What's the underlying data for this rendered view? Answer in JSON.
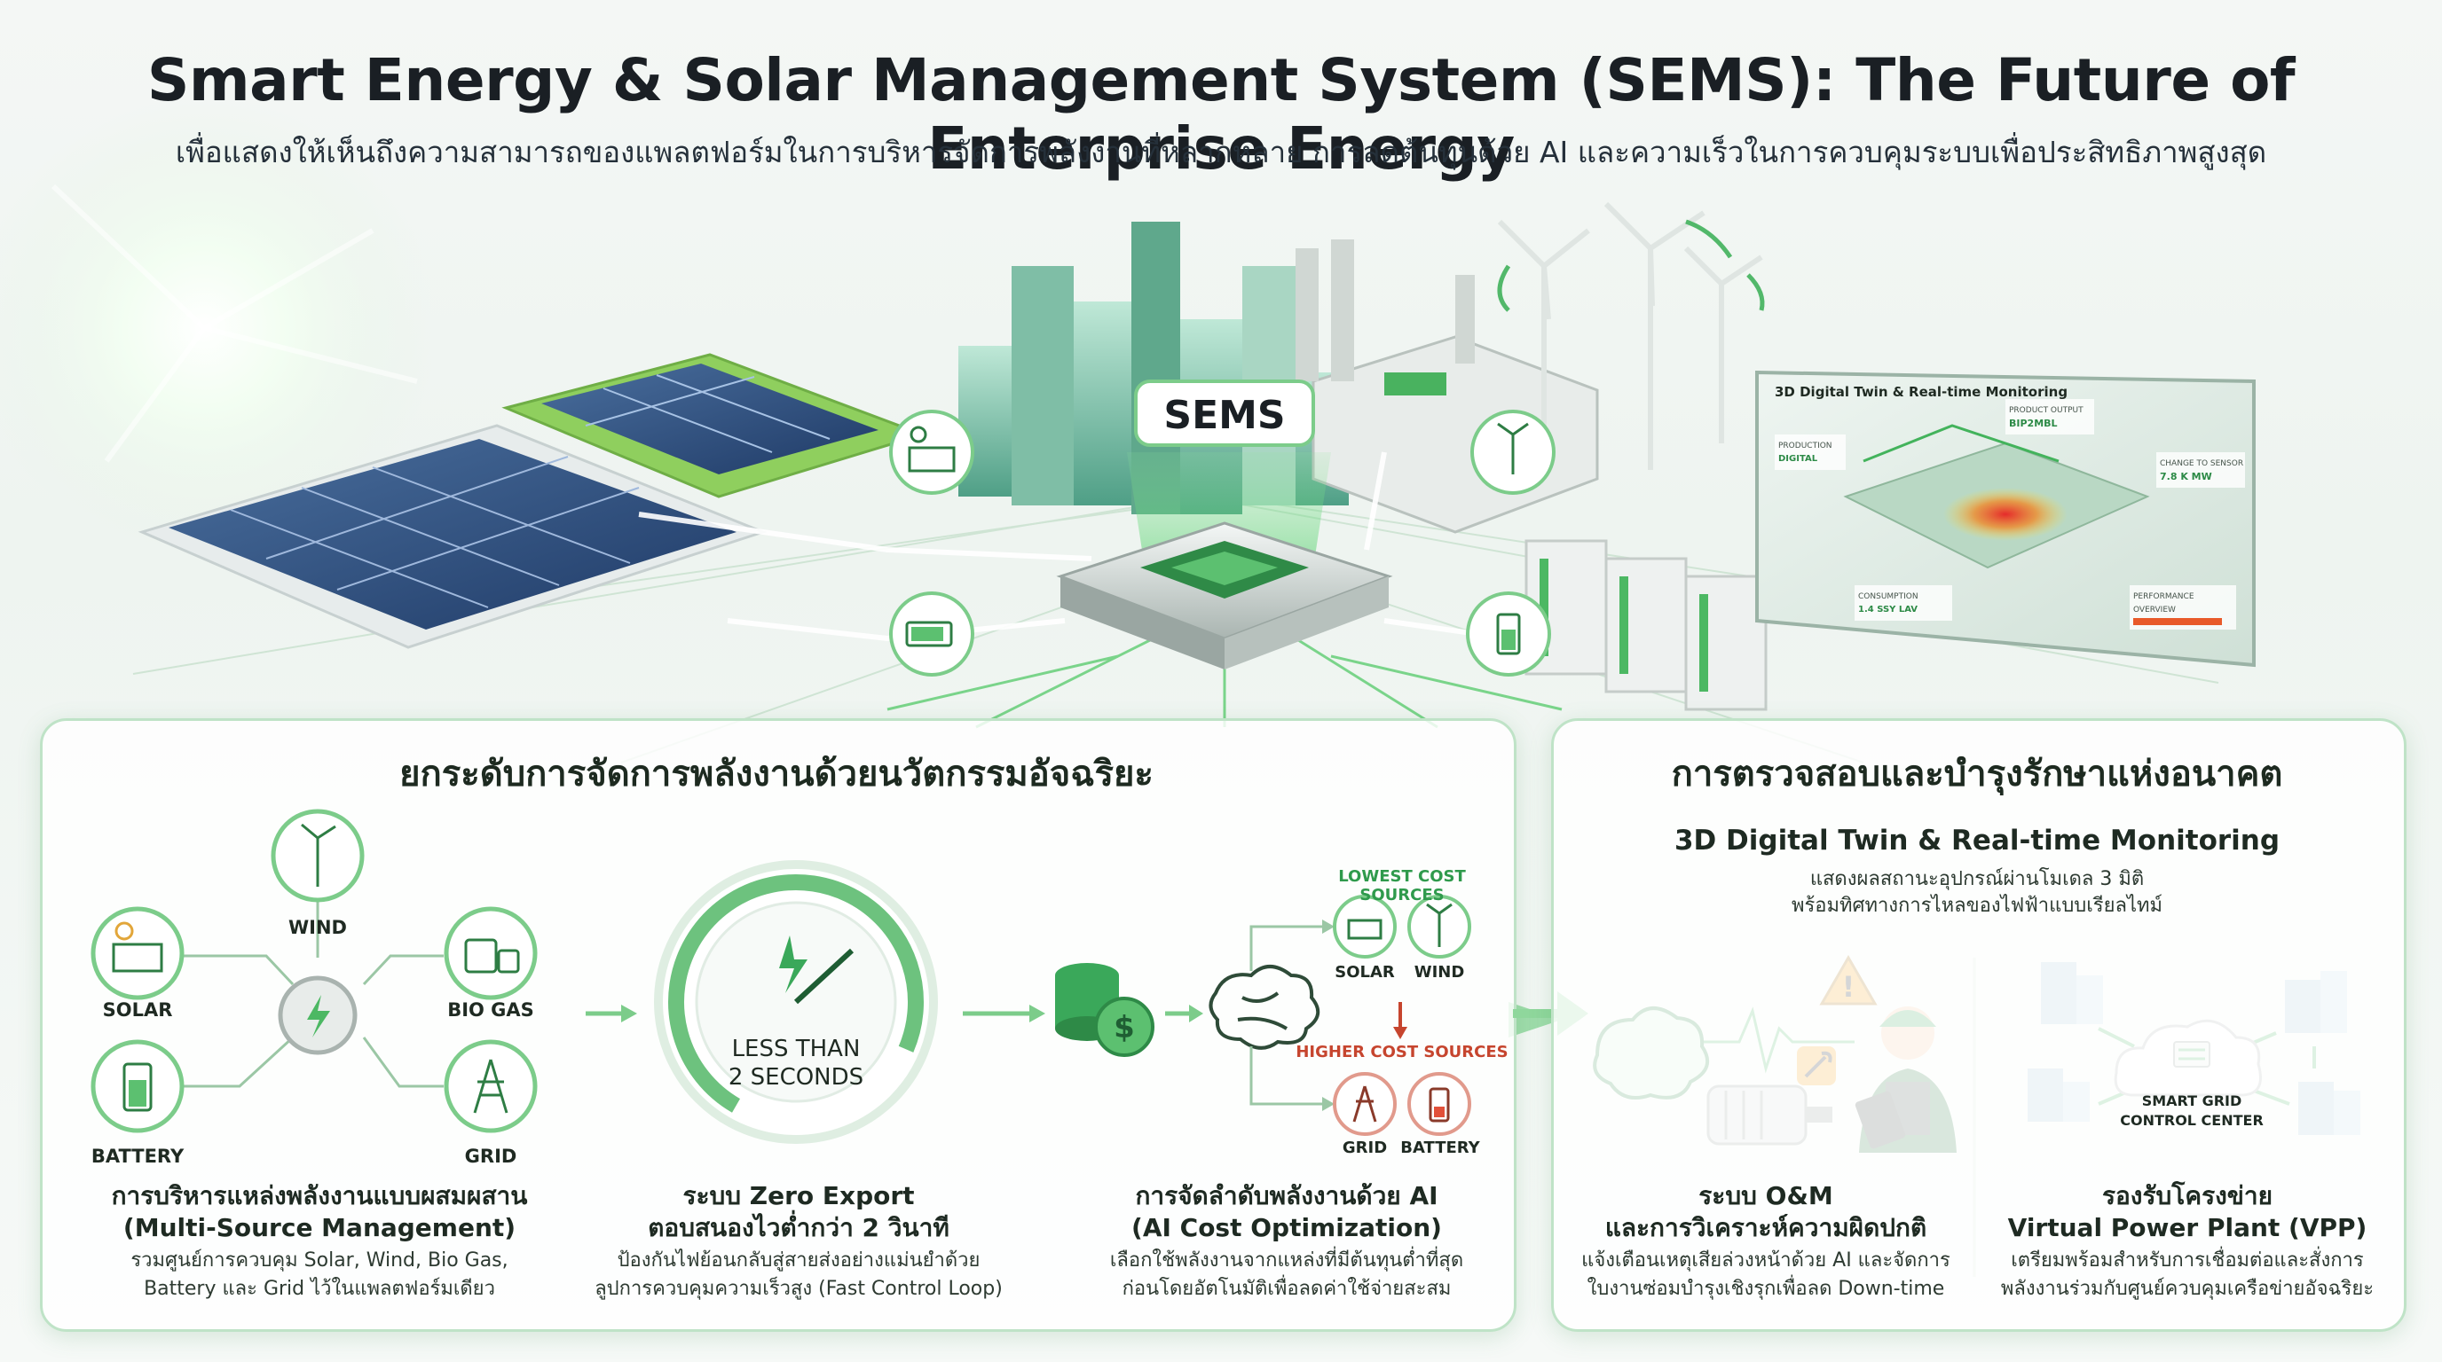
{
  "header": {
    "title": "Smart Energy & Solar Management System (SEMS): The Future of Enterprise Energy",
    "subtitle": "เพื่อแสดงให้เห็นถึงความสามารถของแพลตฟอร์มในการบริหารจัดการพลังงานที่หลากหลาย การลดต้นทุนด้วย AI และความเร็วในการควบคุมระบบเพื่อประสิทธิภาพสูงสุด"
  },
  "hero": {
    "sems_label": "SEMS",
    "dashboard": {
      "title": "3D Digital Twin & Real-time Monitoring",
      "c1a": "PRODUCTION",
      "c1b": "DIGITAL",
      "c2a": "PRODUCT OUTPUT",
      "c2b": "BIP2MBL",
      "c3a": "CHANGE TO SENSOR",
      "c3b": "7.8 K MW",
      "c4a": "CONSUMPTION",
      "c4b": "1.4 SSY LAV",
      "c5a": "PERFORMANCE",
      "c5b": "OVERVIEW"
    }
  },
  "left_panel": {
    "title": "ยกระดับการจัดการพลังงานด้วยนวัตกรรมอัจฉริยะ",
    "sources": {
      "solar": "SOLAR",
      "wind": "WIND",
      "bio_gas": "BIO GAS",
      "battery": "BATTERY",
      "grid": "GRID"
    },
    "multi_source": {
      "caption1": "การบริหารแหล่งพลังงานแบบผสมผสาน",
      "caption2": "(Multi-Source Management)",
      "desc1": "รวมศูนย์การควบคุม Solar, Wind, Bio Gas,",
      "desc2": "Battery และ Grid ไว้ในแพลตฟอร์มเดียว"
    },
    "gauge": {
      "line1": "LESS THAN",
      "line2": "2 SECONDS"
    },
    "zero_export": {
      "caption1": "ระบบ Zero Export",
      "caption2": "ตอบสนองไวต่ำกว่า 2 วินาที",
      "desc1": "ป้องกันไฟย้อนกลับสู่สายส่งอย่างแม่นยำด้วย",
      "desc2": "ลูปการควบคุมความเร็วสูง (Fast Control Loop)"
    },
    "ai_cost": {
      "lowest_tag": "LOWEST COST SOURCES",
      "higher_tag": "HIGHER COST SOURCES",
      "solar": "SOLAR",
      "wind": "WIND",
      "grid": "GRID",
      "battery": "BATTERY",
      "caption1": "การจัดลำดับพลังงานด้วย AI",
      "caption2": "(AI Cost Optimization)",
      "desc1": "เลือกใช้พลังงานจากแหล่งที่มีต้นทุนต่ำที่สุด",
      "desc2": "ก่อนโดยอัตโนมัติเพื่อลดค่าใช้จ่ายสะสม"
    }
  },
  "right_panel": {
    "title": "การตรวจสอบและบำรุงรักษาแห่งอนาคต",
    "twin_title": "3D Digital Twin & Real-time Monitoring",
    "twin_desc1": "แสดงผลสถานะอุปกรณ์ผ่านโมเดล 3 มิติ",
    "twin_desc2": "พร้อมทิศทางการไหลของไฟฟ้าแบบเรียลไทม์",
    "om": {
      "caption1": "ระบบ O&M",
      "caption2": "และการวิเคราะห์ความผิดปกติ",
      "desc1": "แจ้งเตือนเหตุเสียล่วงหน้าด้วย AI และจัดการ",
      "desc2": "ใบงานซ่อมบำรุงเชิงรุกเพื่อลด Down-time"
    },
    "vpp": {
      "center1": "SMART GRID",
      "center2": "CONTROL CENTER",
      "caption1": "รองรับโครงข่าย",
      "caption2": "Virtual Power Plant (VPP)",
      "desc1": "เตรียมพร้อมสำหรับการเชื่อมต่อและสั่งการ",
      "desc2": "พลังงานร่วมกับศูนย์ควบคุมเครือข่ายอัจฉริยะ"
    }
  },
  "colors": {
    "accent": "#3aa85a",
    "accent_light": "#7fd08f",
    "warning": "#f2a31b",
    "cost_high": "#c6452e",
    "text": "#1a1f24"
  }
}
